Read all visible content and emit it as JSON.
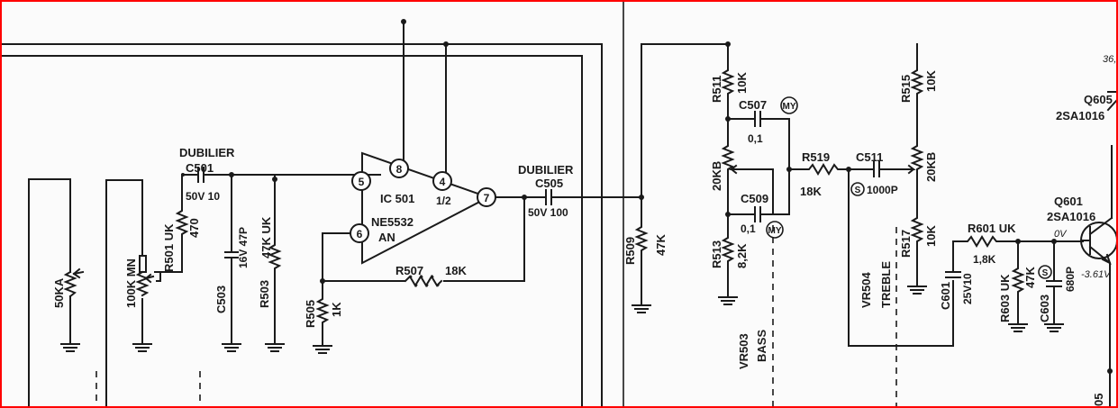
{
  "schematic": {
    "input_stage": {
      "vr_50ka": "50KA",
      "vr_100k_mn": "100K MN",
      "r501_name": "R501 UK",
      "r501_value": "470",
      "c501_maker": "DUBILIER",
      "c501_name": "C501",
      "c501_value": "50V 10",
      "c503_name": "C503",
      "c503_value": "16V 47P",
      "r503_name": "R503",
      "r503_value": "47K UK",
      "r505_name": "R505",
      "r505_value": "1K",
      "r507_name": "R507",
      "r507_value": "18K"
    },
    "ic501": {
      "name": "IC 501",
      "half": "1/2",
      "part": "NE5532",
      "suffix": "AN",
      "pins": [
        "5",
        "8",
        "4",
        "7",
        "6"
      ]
    },
    "coupling": {
      "c505_maker": "DUBILIER",
      "c505_name": "C505",
      "c505_value": "50V 100",
      "r509_name": "R509",
      "r509_value": "47K"
    },
    "bass_stage": {
      "r511_name": "R511",
      "r511_value": "10K",
      "c507_name": "C507",
      "c507_value": "0,1",
      "c507_badge": "MY",
      "vr_20kb": "20KB",
      "c509_name": "C509",
      "c509_value": "0,1",
      "c509_badge": "MY",
      "r513_name": "R513",
      "r513_value": "8,2K",
      "r519_name": "R519",
      "r519_value": "18K",
      "vr503_name": "VR503",
      "vr503_label": "BASS"
    },
    "treble_stage": {
      "c511_name": "C511",
      "c511_value": "1000P",
      "c511_badge": "S",
      "r515_name": "R515",
      "r515_value": "10K",
      "vr_20kb": "20KB",
      "r517_name": "R517",
      "r517_value": "10K",
      "vr504_name": "VR504",
      "vr504_label": "TREBLE"
    },
    "output_stage": {
      "r601_name": "R601 UK",
      "r601_value": "1,8K",
      "c601_name": "C601",
      "c601_value": "25V10",
      "r603_name": "R603 UK",
      "r603_value": "47K",
      "c603_name": "C603",
      "c603_value": "680P",
      "c603_badge": "S",
      "q601_name": "Q601",
      "q601_part": "2SA1016",
      "volt_0v": "0V",
      "volt_neg": "-3.61V",
      "q605_name": "Q605",
      "q605_part": "2SA1016",
      "partial_top": "36,",
      "partial_bottom": "05"
    }
  }
}
